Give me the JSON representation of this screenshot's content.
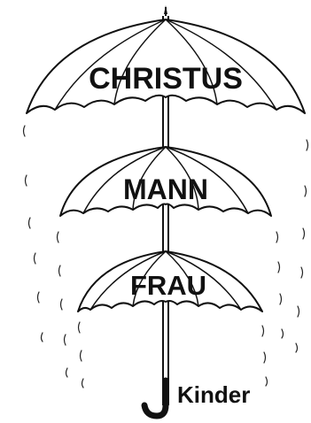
{
  "diagram": {
    "umbrellas": [
      {
        "label": "CHRISTUS"
      },
      {
        "label": "MANN"
      },
      {
        "label": "FRAU"
      }
    ],
    "handle_label": "Kinder"
  }
}
